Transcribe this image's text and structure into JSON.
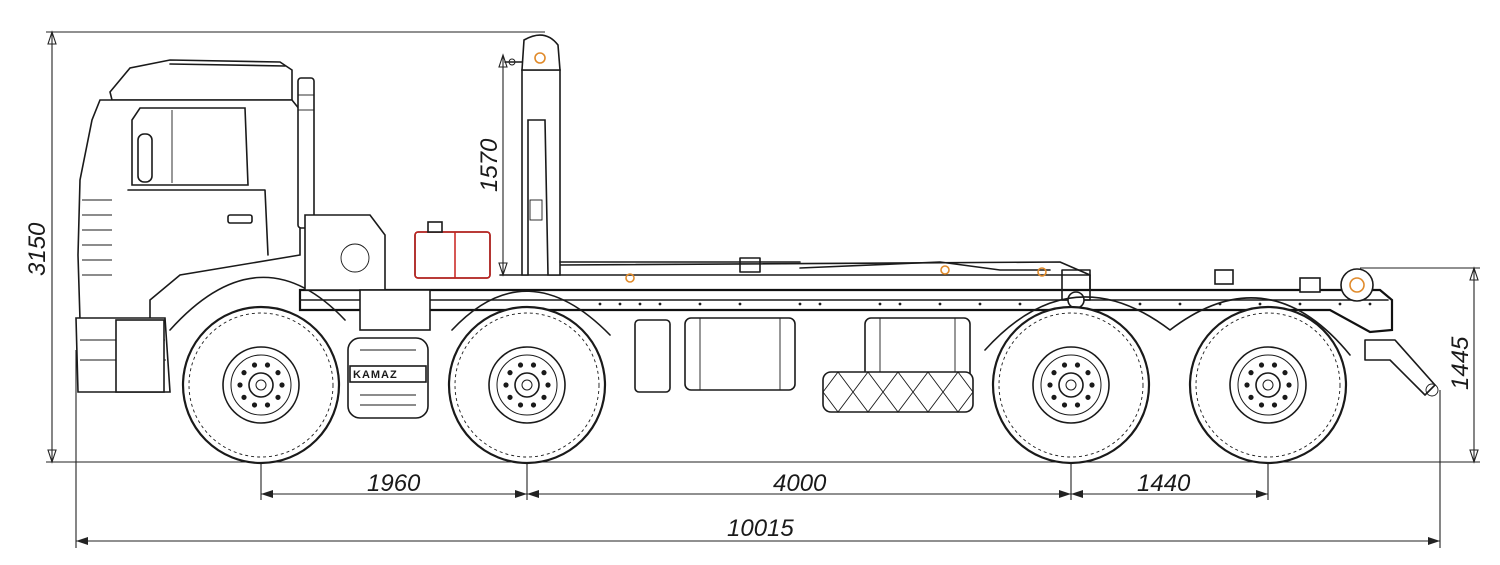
{
  "dimensions": {
    "overall_height": "3150",
    "hook_height": "1570",
    "wheelbase_1_2": "1960",
    "wheelbase_2_3": "4000",
    "wheelbase_3_4": "1440",
    "overall_length": "10015",
    "frame_height": "1445"
  },
  "brand_plate": "KAMAZ",
  "colors": {
    "line": "#1a1a1a",
    "accent_red": "#c8201c",
    "accent_orange": "#e08a2a"
  }
}
